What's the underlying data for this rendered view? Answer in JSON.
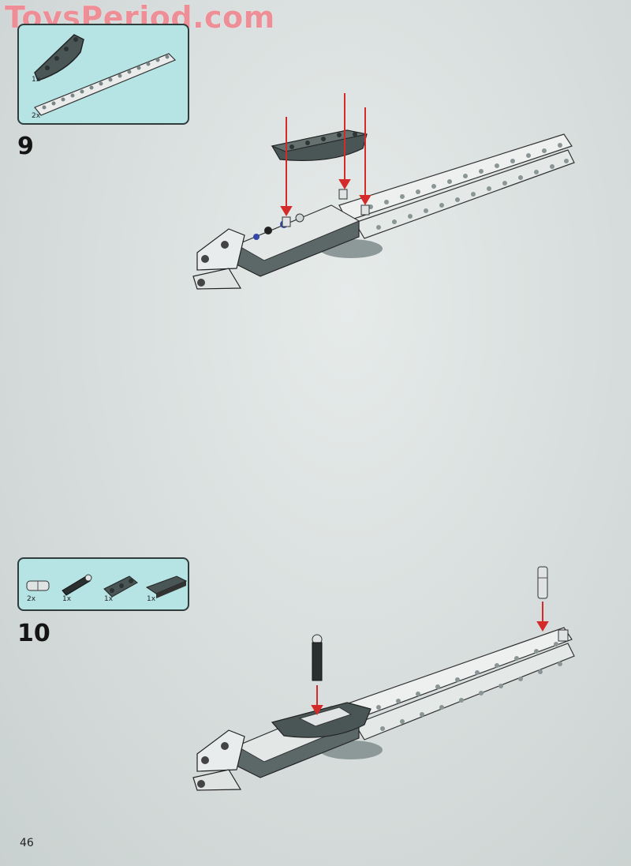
{
  "watermark": {
    "text": "ToysPeriod.com"
  },
  "page": {
    "number": "46"
  },
  "steps": [
    {
      "number": "9",
      "parts": [
        {
          "icon": "triangle-liftarm-part-icon",
          "qty": "1x"
        },
        {
          "icon": "long-beam-part-icon",
          "qty": "2x"
        }
      ]
    },
    {
      "number": "10",
      "parts": [
        {
          "icon": "connector-pin-part-icon",
          "qty": "2x"
        },
        {
          "icon": "axle-pin-part-icon",
          "qty": "1x"
        },
        {
          "icon": "short-liftarm-part-icon",
          "qty": "1x"
        },
        {
          "icon": "plate-part-icon",
          "qty": "1x"
        }
      ]
    }
  ],
  "colors": {
    "arrow": "#d42a2a",
    "parts_box": "#b6e3e3",
    "watermark": "#f08a93"
  }
}
